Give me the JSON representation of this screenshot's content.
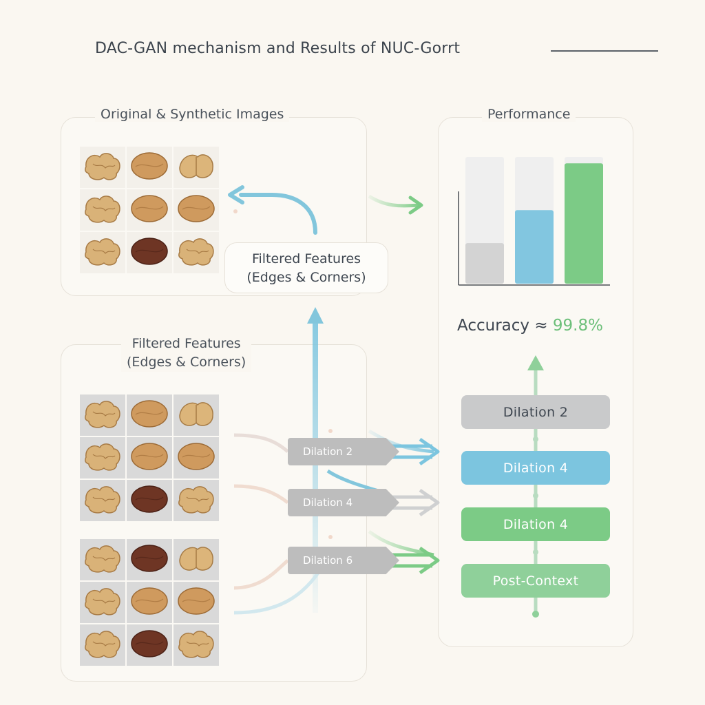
{
  "title": "DAC-GAN mechanism and Results of NUC-Gorrt",
  "top_left_panel": {
    "label": "Original & Synthetic Images",
    "callout_line1": "Filtered Features",
    "callout_line2": "(Edges & Corners)"
  },
  "bottom_left_panel": {
    "label_line1": "Filtered Features",
    "label_line2": "(Edges & Corners)",
    "tags": [
      "Dilation 2",
      "Dilation 4",
      "Dilation 6"
    ]
  },
  "performance_panel": {
    "label": "Performance",
    "accuracy_label": "Accuracy ≈",
    "accuracy_value": "99.8%",
    "stages": [
      "Dilation 2",
      "Dilation 4",
      "Dilation 4",
      "Post-Context"
    ]
  },
  "chart_data": {
    "type": "bar",
    "title": "",
    "xlabel": "",
    "ylabel": "",
    "categories": [
      "",
      "",
      ""
    ],
    "values": [
      0.32,
      0.58,
      0.95
    ],
    "ylim": [
      0,
      1
    ],
    "colors": [
      "#d3d3d3",
      "#82c6e0",
      "#7ccb86"
    ],
    "grid": false
  },
  "colors": {
    "gray": "#c9cacb",
    "blue": "#7cc5df",
    "green": "#7ccb86",
    "border": "#e6e1d8"
  },
  "walnut_icons": {
    "top_grid": [
      "walnut-kernel",
      "almond",
      "walnut-half",
      "walnut-kernel",
      "almond",
      "almond",
      "walnut-kernel",
      "walnut-dark",
      "walnut-kernel"
    ],
    "mid_grid": [
      "walnut-kernel",
      "almond",
      "walnut-half",
      "walnut-kernel",
      "almond",
      "almond",
      "walnut-kernel",
      "walnut-dark",
      "walnut-kernel"
    ],
    "low_grid": [
      "walnut-kernel",
      "walnut-dark",
      "walnut-half",
      "walnut-kernel",
      "almond",
      "almond",
      "walnut-kernel",
      "walnut-dark",
      "walnut-kernel"
    ]
  }
}
